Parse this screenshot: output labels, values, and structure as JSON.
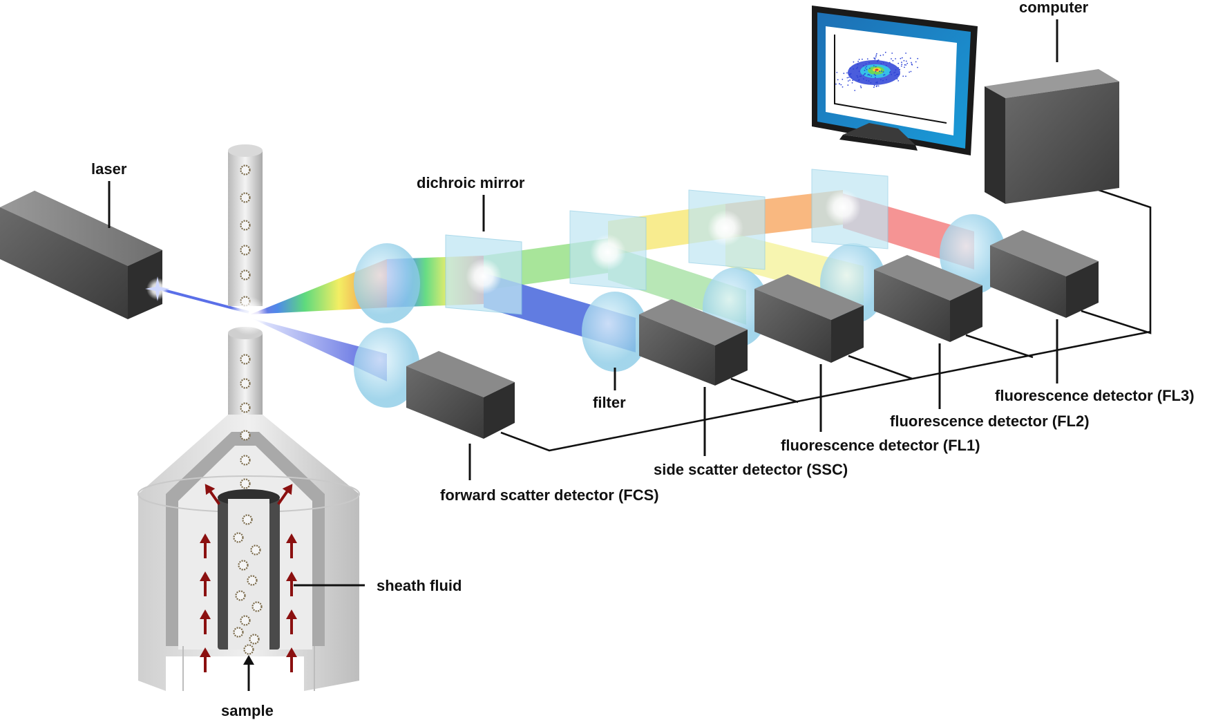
{
  "labels": {
    "laser": "laser",
    "dichroic_mirror": "dichroic mirror",
    "computer": "computer",
    "filter": "filter",
    "forward_scatter": "forward scatter detector (FCS)",
    "side_scatter": "side scatter detector (SSC)",
    "fl1": "fluorescence detector (FL1)",
    "fl2": "fluorescence detector (FL2)",
    "fl3": "fluorescence detector (FL3)",
    "sheath_fluid": "sheath fluid",
    "sample": "sample"
  },
  "colors": {
    "box_front": "#5a5a5a",
    "box_top": "#8a8a8a",
    "box_side": "#2e2e2e",
    "flow_arrow": "#8b1010",
    "lens": "#9ed6ee",
    "mirror": "#bfe6f3",
    "beam_blue": "#3a5bd9",
    "beam_green": "#7ed37a",
    "beam_yellow": "#f1ee7c",
    "beam_red": "#ef5a5a",
    "monitor_screen": "#1a86c4"
  },
  "icons": {
    "laser": "laser-source-icon",
    "computer": "computer-tower-icon",
    "monitor": "monitor-icon",
    "cell": "cell-particle-icon",
    "arrow": "flow-arrow-icon"
  }
}
